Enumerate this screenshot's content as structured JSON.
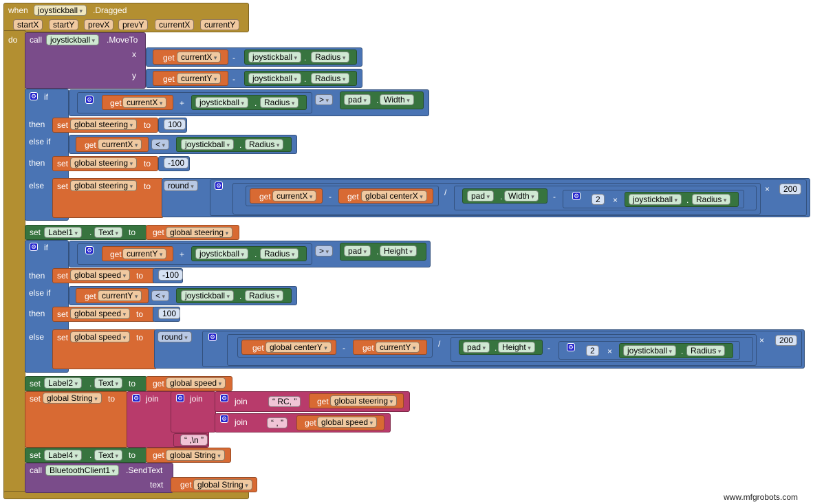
{
  "event": {
    "when": "when",
    "component": "joystickball",
    "event_name": ".Dragged",
    "do": "do",
    "params": [
      "startX",
      "startY",
      "prevX",
      "prevY",
      "currentX",
      "currentY"
    ]
  },
  "kw": {
    "call": "call",
    "get": "get",
    "set": "set",
    "to": "to",
    "if": "if",
    "then": "then",
    "else_if": "else if",
    "else": "else",
    "join": "join",
    "text": "text",
    "x": "x",
    "y": "y",
    "dot": "."
  },
  "ops": {
    "minus": "-",
    "plus": "+",
    "gt": ">",
    "lt": "<",
    "div": "/",
    "times": "×"
  },
  "names": {
    "joystickball": "joystickball",
    "radius": "Radius",
    "pad": "pad",
    "width": "Width",
    "height": "Height",
    "global_steering": "global steering",
    "global_speed": "global speed",
    "global_centerX": "global centerX",
    "global_centerY": "global centerY",
    "global_String": "global String",
    "currentX": "currentX",
    "currentY": "currentY",
    "round": "round",
    "label1": "Label1",
    "label2": "Label2",
    "label4": "Label4",
    "text_prop": "Text",
    "moveto": ".MoveTo",
    "sendtext": ".SendText",
    "bt": "BluetoothClient1"
  },
  "nums": {
    "n100": "100",
    "nm100": "-100",
    "n200": "200",
    "n2": "2"
  },
  "strings": {
    "rc": "RC,",
    "comma": ",",
    "nl": ",\\n",
    "q": "“",
    "qe": "”"
  },
  "watermark": "www.mfgrobots.com"
}
